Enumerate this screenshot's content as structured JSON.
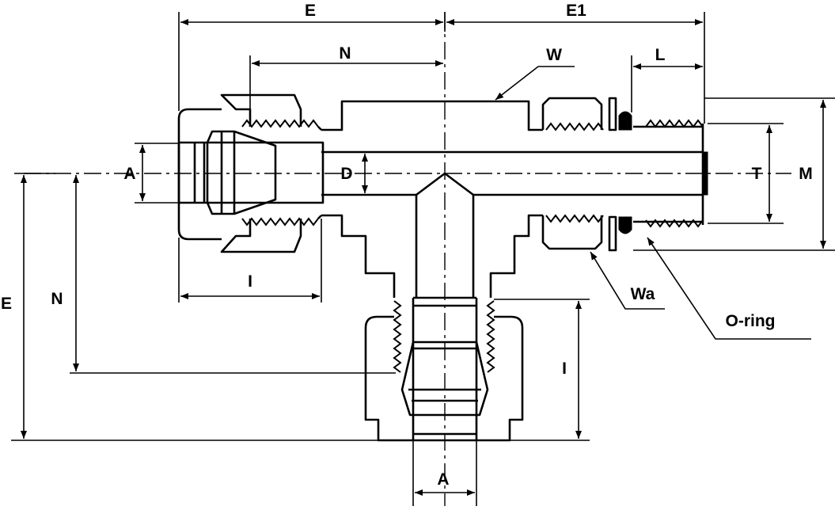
{
  "labels": {
    "E_top": "E",
    "E1": "E1",
    "N_top": "N",
    "W": "W",
    "L": "L",
    "A_left": "A",
    "D": "D",
    "T": "T",
    "M": "M",
    "I_horizontal": "I",
    "E_left": "E",
    "N_left": "N",
    "Wa": "Wa",
    "O_ring": "O-ring",
    "I_vertical": "I",
    "A_bottom": "A"
  },
  "colors": {
    "ink": "#000000",
    "paper": "#ffffff"
  }
}
